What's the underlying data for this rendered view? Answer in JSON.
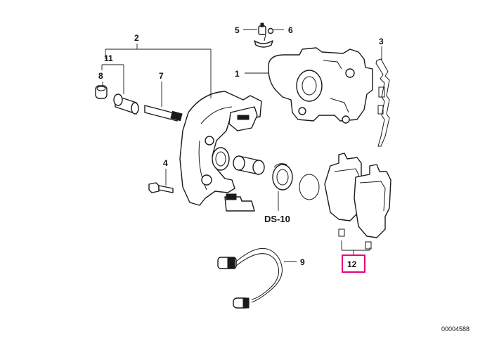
{
  "diagram": {
    "labels": {
      "p1": "1",
      "p2": "2",
      "p3": "3",
      "p4": "4",
      "p5": "5",
      "p6": "6",
      "p7": "7",
      "p8": "8",
      "p9": "9",
      "p11": "11",
      "p12": "12",
      "ds10": "DS-10"
    },
    "doc_number": "00004588",
    "highlight_color": "#e6007e"
  }
}
